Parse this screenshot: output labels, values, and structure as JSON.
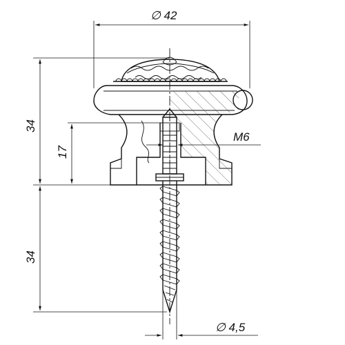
{
  "dimensions": {
    "top_diameter": "∅ 42",
    "height_upper": "34",
    "height_inner": "17",
    "height_lower": "34",
    "thread": "M6",
    "screw_diameter": "∅ 4,5"
  }
}
